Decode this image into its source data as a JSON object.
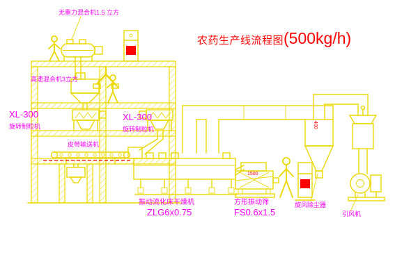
{
  "title": {
    "main": "农药生产线流程图",
    "capacity": "(500kg/h)"
  },
  "labels": {
    "top_mixer": "无重力混合机1.5 立方",
    "high_speed_mixer": "高速混合机3立方",
    "granulator_left_model": "XL-300",
    "granulator_left_name": "旋转制粒机",
    "granulator_right_model": "XL-300",
    "granulator_right_name": "旋转制粒机",
    "belt_conveyor": "皮带输送机",
    "dryer_name": "振动流化床干燥机",
    "dryer_model": "ZLG6x0.75",
    "screen_name": "方形振动筛",
    "screen_model": "FS0.6x1.5",
    "cyclone": "旋风除尘器",
    "fan": "引风机",
    "dim_cyclone": "400",
    "dim_screen": "1500"
  },
  "colors": {
    "line": "#ecd800",
    "label": "#ff00ff",
    "title": "#ff0000",
    "red": "#ff0000",
    "background": "#ffffff"
  }
}
